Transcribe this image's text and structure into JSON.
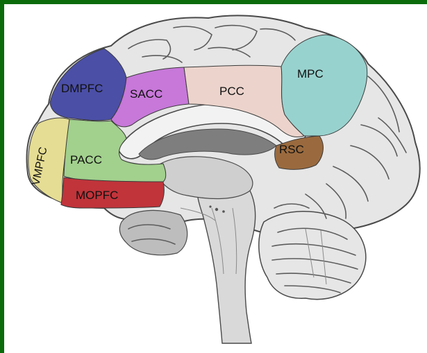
{
  "colors": {
    "frame": "#0b6b0b",
    "brain_fill": "#e6e6e6",
    "brain_stroke": "#4a4a4a",
    "inner_gray": "#bdbdbd",
    "dark_gray": "#7e7e7e",
    "DMPFC": "#4b4fa6",
    "SACC": "#c778d9",
    "PCC": "#ecd4cc",
    "MPC": "#98d2ce",
    "RSC": "#9a6a3e",
    "VMPFC": "#e5dd93",
    "PACC": "#a2d08d",
    "MOPFC": "#c0343a",
    "region_stroke": "#3a3a3a"
  },
  "regions": [
    {
      "key": "DMPFC",
      "label": "DMPFC"
    },
    {
      "key": "SACC",
      "label": "SACC"
    },
    {
      "key": "PCC",
      "label": "PCC"
    },
    {
      "key": "MPC",
      "label": "MPC"
    },
    {
      "key": "RSC",
      "label": "RSC"
    },
    {
      "key": "VMPFC",
      "label": "VMPFC"
    },
    {
      "key": "PACC",
      "label": "PACC"
    },
    {
      "key": "MOPFC",
      "label": "MOPFC"
    }
  ]
}
